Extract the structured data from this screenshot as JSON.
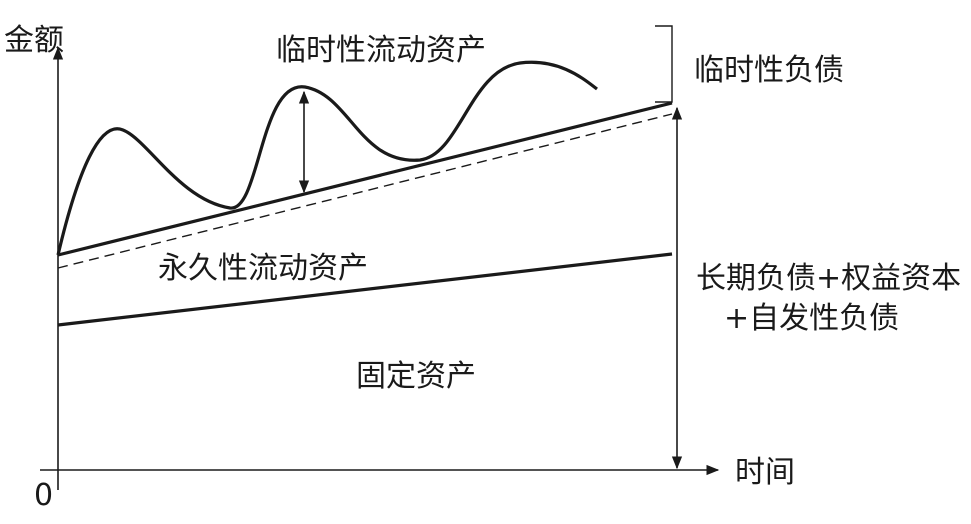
{
  "axes": {
    "y_label": "金额",
    "x_label": "时间",
    "origin": "0"
  },
  "labels": {
    "temporary_current_assets": "临时性流动资产",
    "temporary_liabilities": "临时性负债",
    "permanent_current_assets": "永久性流动资产",
    "long_term_funding_line1": "长期负债+权益资本",
    "long_term_funding_line2": "+自发性负债",
    "fixed_assets": "固定资产"
  },
  "colors": {
    "ink": "#1a1a1a",
    "background": "#ffffff"
  }
}
